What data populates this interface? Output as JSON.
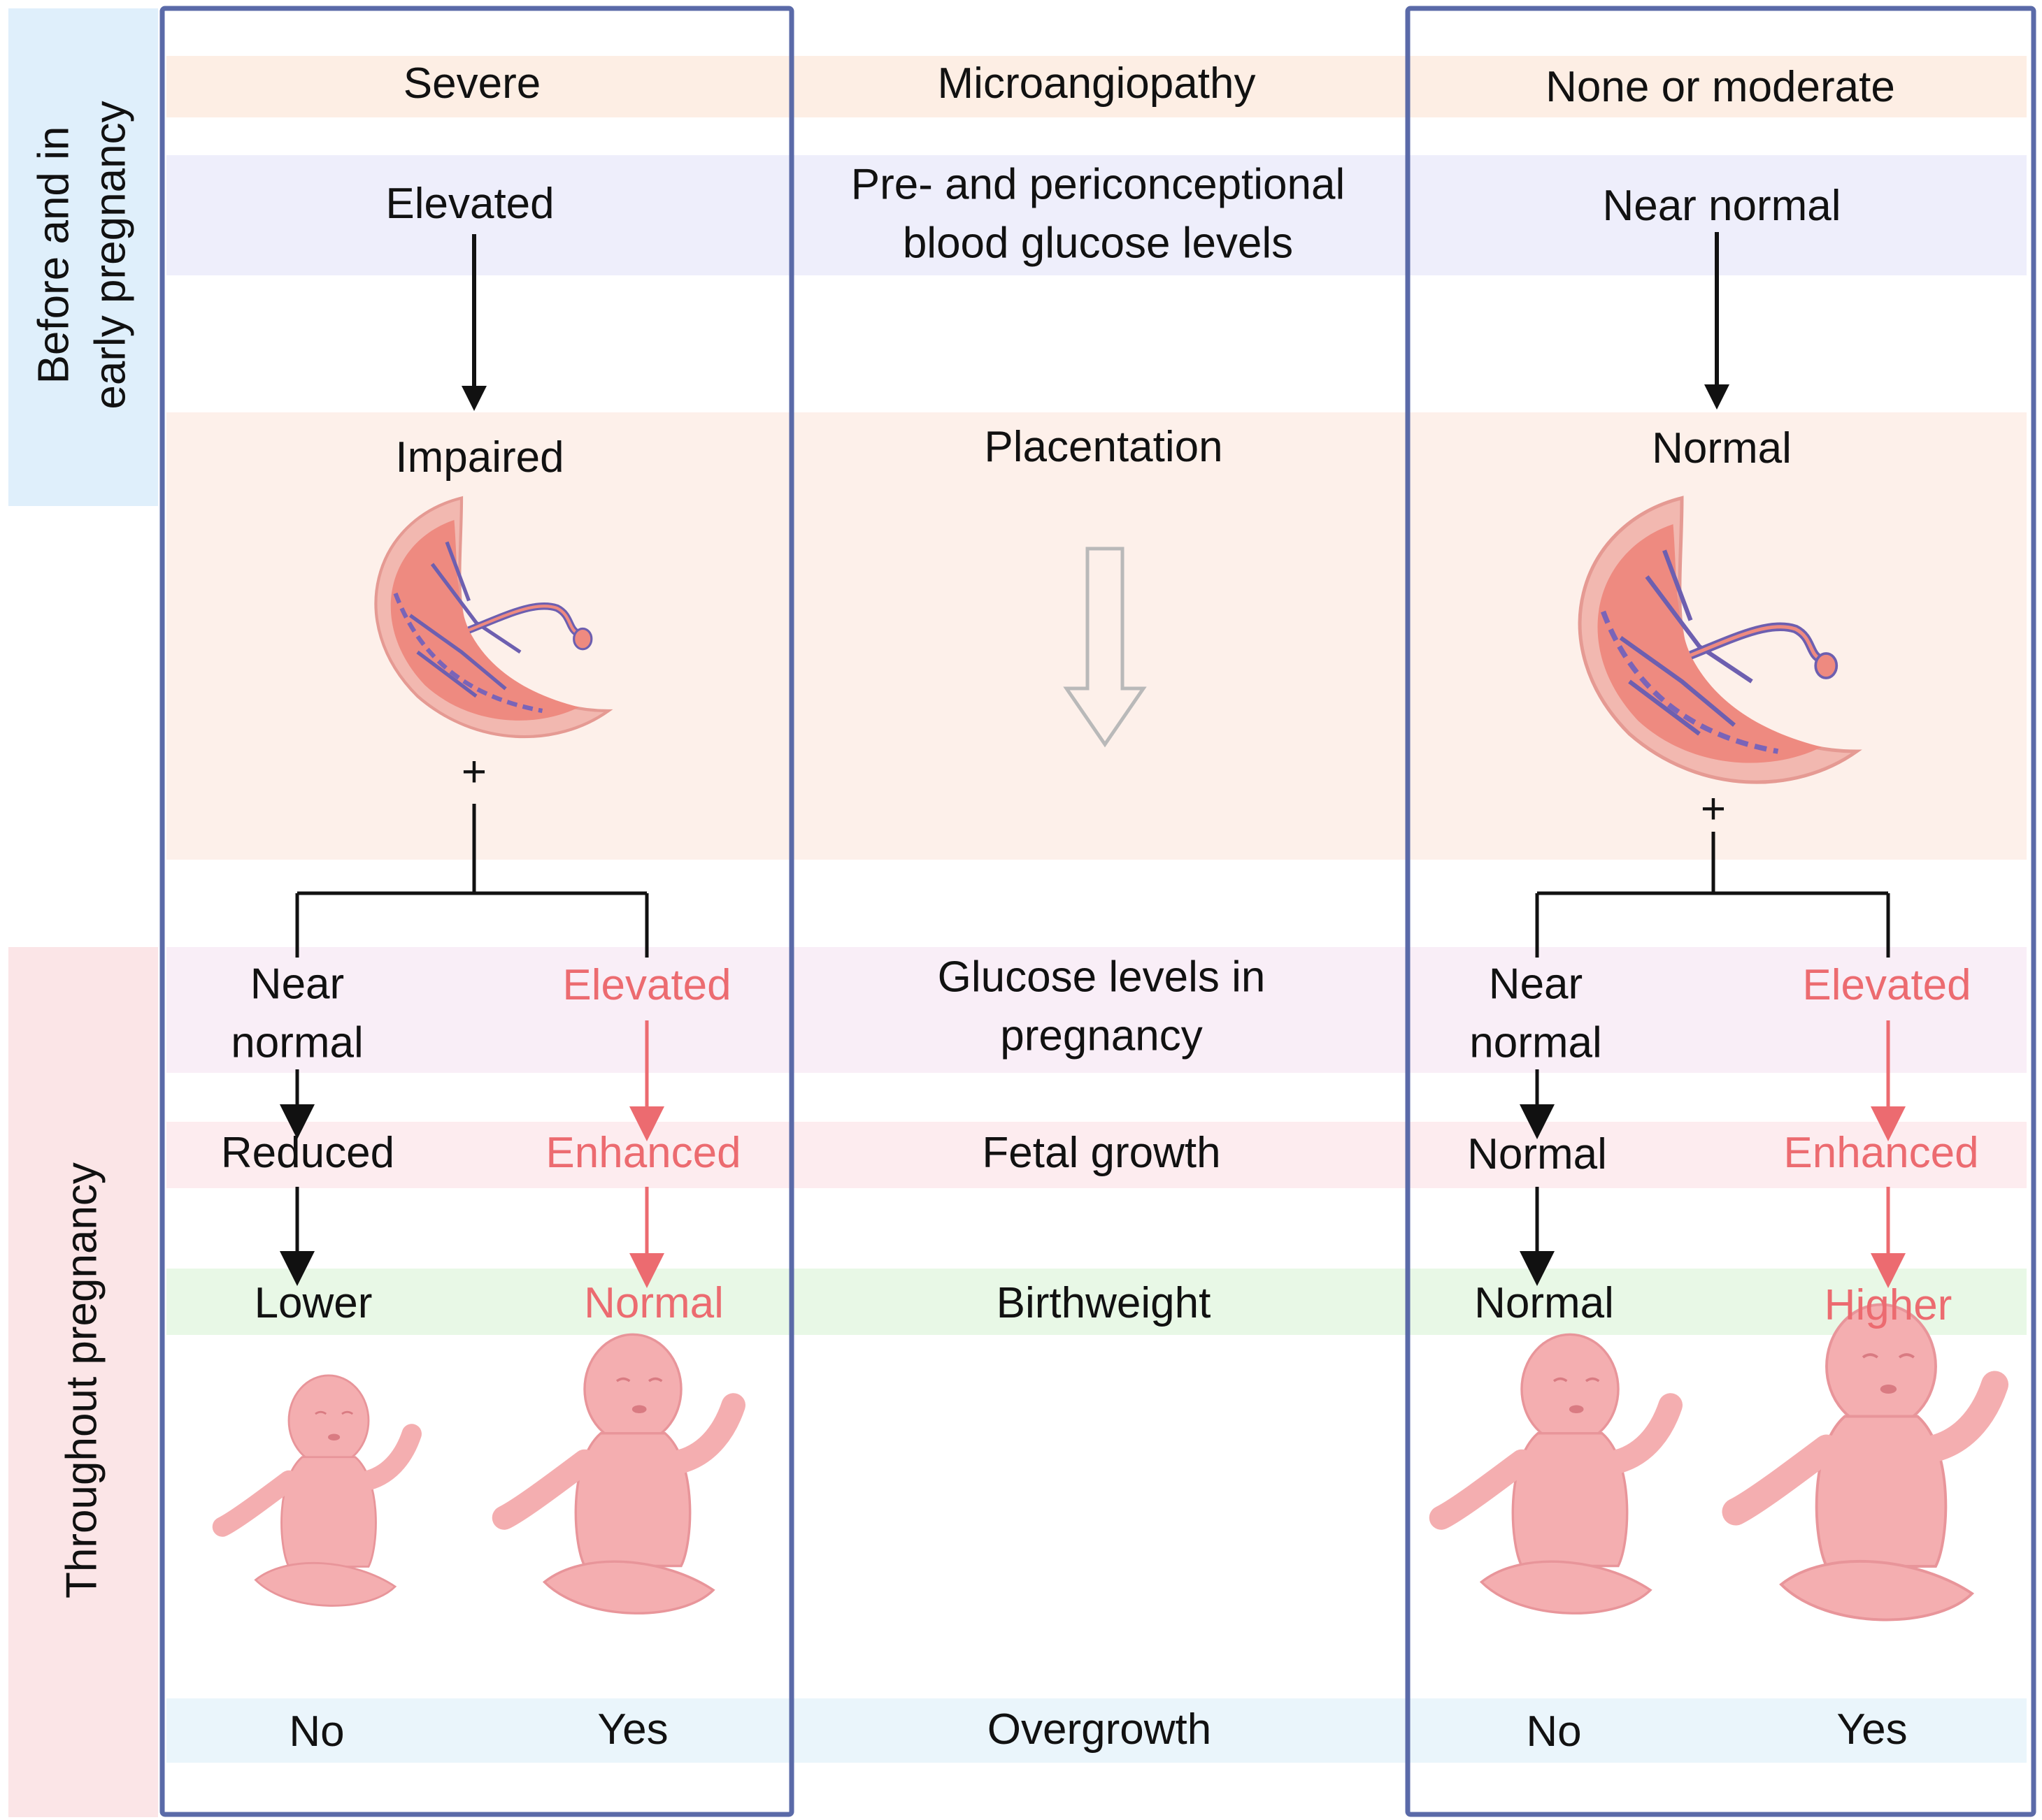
{
  "side_labels": {
    "before": "Before and in\nearly pregnancy",
    "throughout": "Throughout pregnancy"
  },
  "center": {
    "microangiopathy": "Microangiopathy",
    "glucose_pre": "Pre- and periconceptional\nblood glucose levels",
    "placentation": "Placentation",
    "glucose_pregnancy": "Glucose levels in\npregnancy",
    "fetal_growth": "Fetal growth",
    "birthweight": "Birthweight",
    "overgrowth": "Overgrowth"
  },
  "left": {
    "microangiopathy": "Severe",
    "glucose": "Elevated",
    "placentation": "Impaired",
    "plus": "+",
    "branch_a": {
      "glucose": "Near\nnormal",
      "growth": "Reduced",
      "birthweight": "Lower",
      "overgrowth": "No"
    },
    "branch_b": {
      "glucose": "Elevated",
      "growth": "Enhanced",
      "birthweight": "Normal",
      "overgrowth": "Yes"
    }
  },
  "right": {
    "microangiopathy": "None or moderate",
    "glucose": "Near normal",
    "placentation": "Normal",
    "plus": "+",
    "branch_a": {
      "glucose": "Near\nnormal",
      "growth": "Normal",
      "birthweight": "Normal",
      "overgrowth": "No"
    },
    "branch_b": {
      "glucose": "Elevated",
      "growth": "Enhanced",
      "birthweight": "Higher",
      "overgrowth": "Yes"
    }
  },
  "colors": {
    "band_microangiopathy": "#fdeee4",
    "band_glucose": "#eeeefb",
    "band_placentation": "#fdf0ea",
    "band_glucose_pregnancy": "#f9eef7",
    "band_fetal_growth": "#fdecef",
    "band_birthweight": "#e8f8e6",
    "band_overgrowth": "#eaf5fb",
    "side_before": "#dfeffb",
    "side_throughout": "#fbe5e7",
    "panel_border": "#5a6aa8",
    "accent_red": "#ec6b70",
    "baby": "#f4aeb0"
  }
}
